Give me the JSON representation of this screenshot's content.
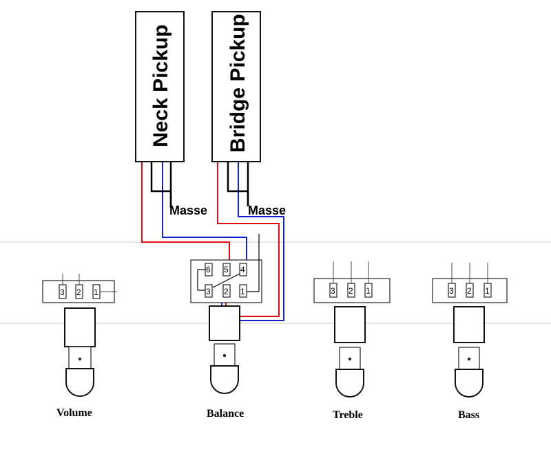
{
  "pickups": {
    "neck": "Neck Pickup",
    "bridge": "Bridge Pickup"
  },
  "ground_labels": {
    "neck": "Masse",
    "bridge": "Masse"
  },
  "controls": {
    "volume": {
      "label": "Volume",
      "lugs": [
        "3",
        "2",
        "1"
      ]
    },
    "balance": {
      "label": "Balance",
      "top_lugs": [
        "6",
        "5",
        "4"
      ],
      "bottom_lugs": [
        "3",
        "2",
        "1"
      ]
    },
    "treble": {
      "label": "Treble",
      "lugs": [
        "3",
        "2",
        "1"
      ]
    },
    "bass": {
      "label": "Bass",
      "lugs": [
        "3",
        "2",
        "1"
      ]
    }
  },
  "wire_colors": {
    "hot": "#e01010",
    "cold": "#1020d0",
    "ground": "#000000"
  }
}
